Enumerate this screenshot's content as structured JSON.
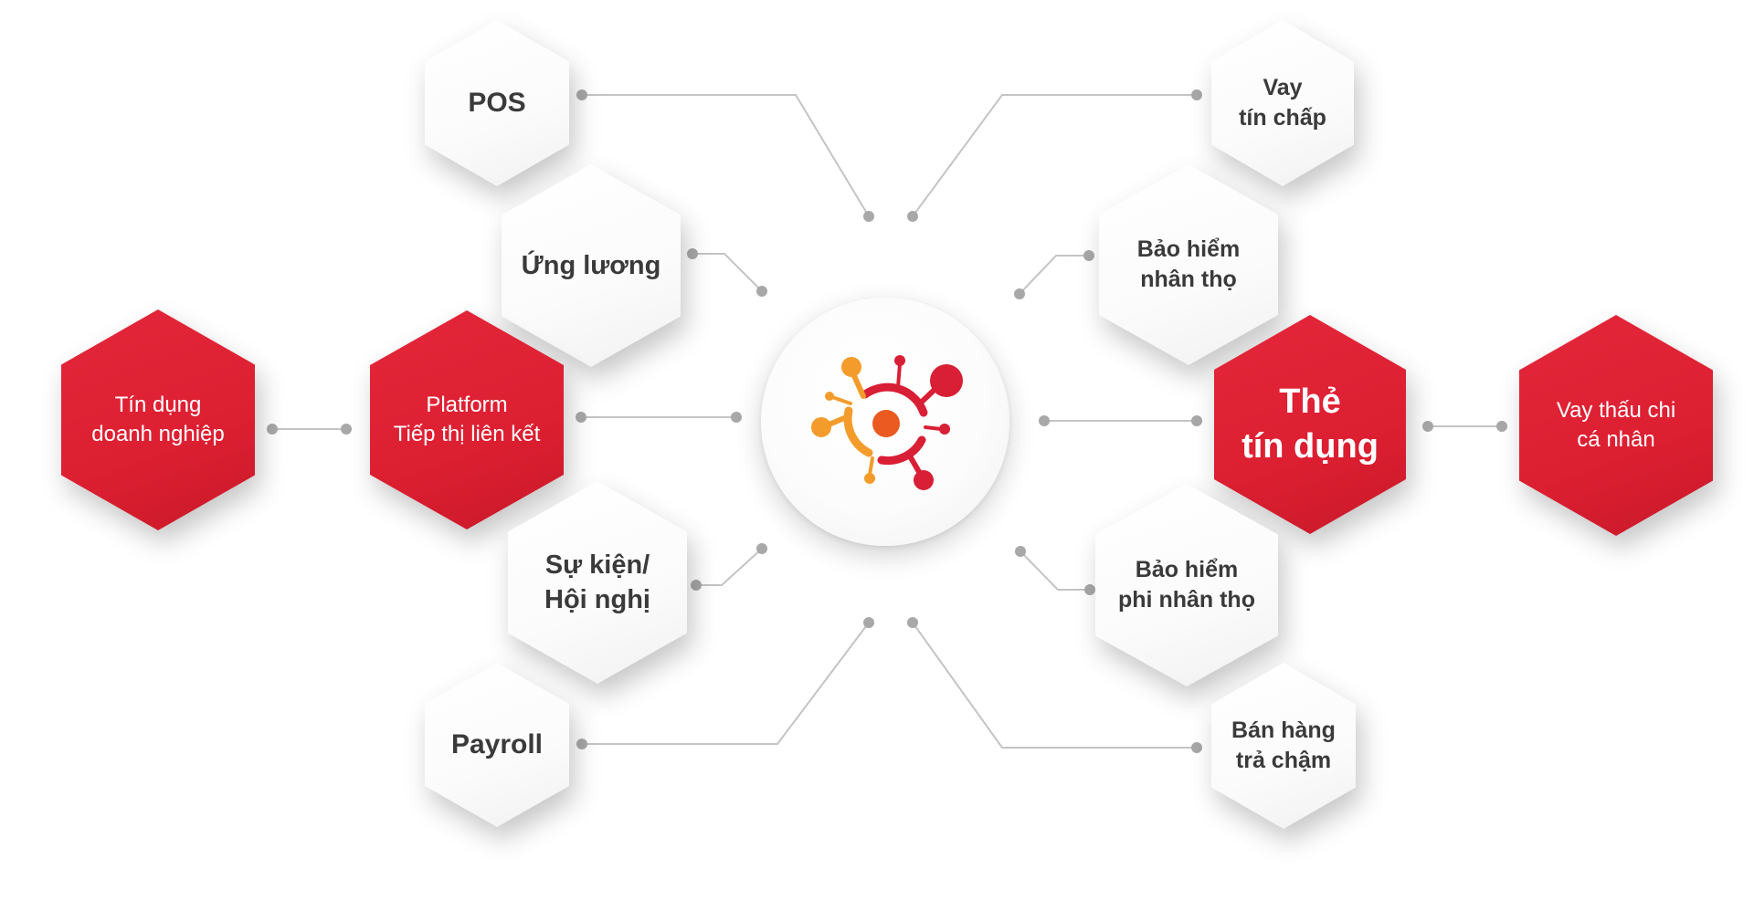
{
  "diagram": {
    "left_nodes": [
      {
        "id": "pos",
        "lines": [
          "POS"
        ]
      },
      {
        "id": "ung-luong",
        "lines": [
          "Ứng lương"
        ]
      },
      {
        "id": "platform",
        "lines": [
          "Platform",
          "Tiếp thị liên kết"
        ]
      },
      {
        "id": "tin-dung-dn",
        "lines": [
          "Tín dụng",
          "doanh nghiệp"
        ]
      },
      {
        "id": "su-kien",
        "lines": [
          "Sự kiện/",
          "Hội nghị"
        ]
      },
      {
        "id": "payroll",
        "lines": [
          "Payroll"
        ]
      }
    ],
    "right_nodes": [
      {
        "id": "vay-tin-chap",
        "lines": [
          "Vay",
          "tín chấp"
        ]
      },
      {
        "id": "bh-nhan-tho",
        "lines": [
          "Bảo hiểm",
          "nhân thọ"
        ]
      },
      {
        "id": "the-tin-dung",
        "lines": [
          "Thẻ",
          "tín dụng"
        ]
      },
      {
        "id": "vay-thau-chi",
        "lines": [
          "Vay thấu chi",
          "cá nhân"
        ]
      },
      {
        "id": "bh-phi-nhan-tho",
        "lines": [
          "Bảo hiểm",
          "phi nhân thọ"
        ]
      },
      {
        "id": "ban-hang",
        "lines": [
          "Bán hàng",
          "trả chậm"
        ]
      }
    ]
  },
  "colors": {
    "red": "#dc1f31",
    "white_node": "#ffffff",
    "text_dark": "#3a3a3a",
    "connector": "#bfbfbf",
    "dot": "#a6a6a6",
    "logo_orange": "#f39c2b",
    "logo_red": "#d81f35",
    "logo_core": "#ea5a21"
  },
  "hub": {
    "icon": "network-hub-icon"
  }
}
